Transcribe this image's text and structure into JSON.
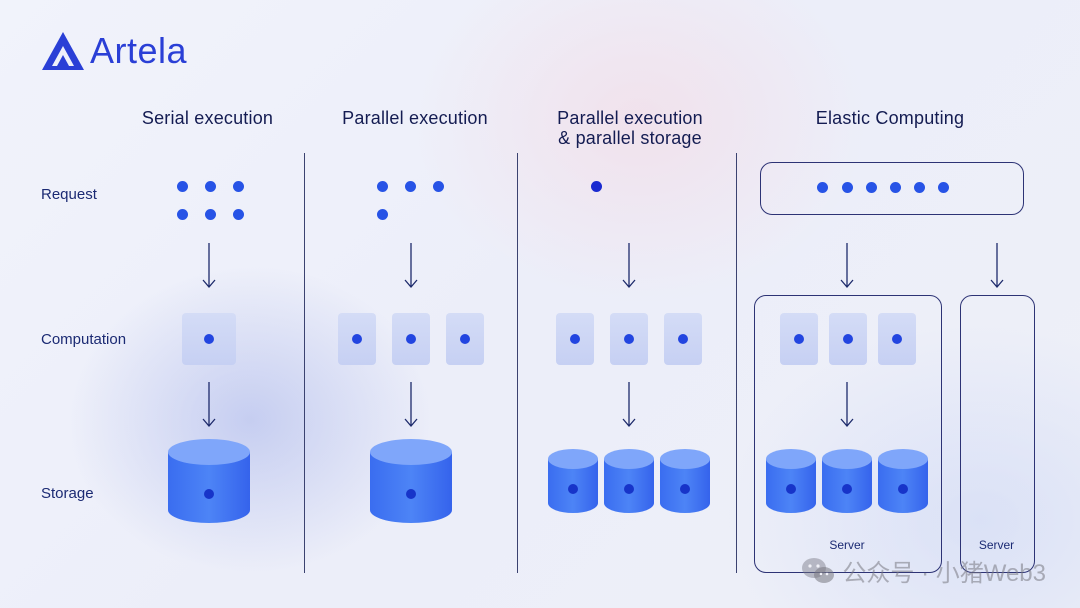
{
  "brand": {
    "name": "Artela",
    "color": "#2a3fd6"
  },
  "columns": [
    {
      "title": "Serial execution"
    },
    {
      "title": "Parallel execution"
    },
    {
      "title": "Parallel execution\n& parallel storage"
    },
    {
      "title": "Elastic Computing"
    }
  ],
  "rows": {
    "request": "Request",
    "computation": "Computation",
    "storage": "Storage"
  },
  "servers": [
    "Server",
    "Server"
  ],
  "watermark": "公众号 · 小猪Web3",
  "colors": {
    "accent": "#2753e6",
    "divider": "#3b4270",
    "box": "#c6d0f3"
  }
}
